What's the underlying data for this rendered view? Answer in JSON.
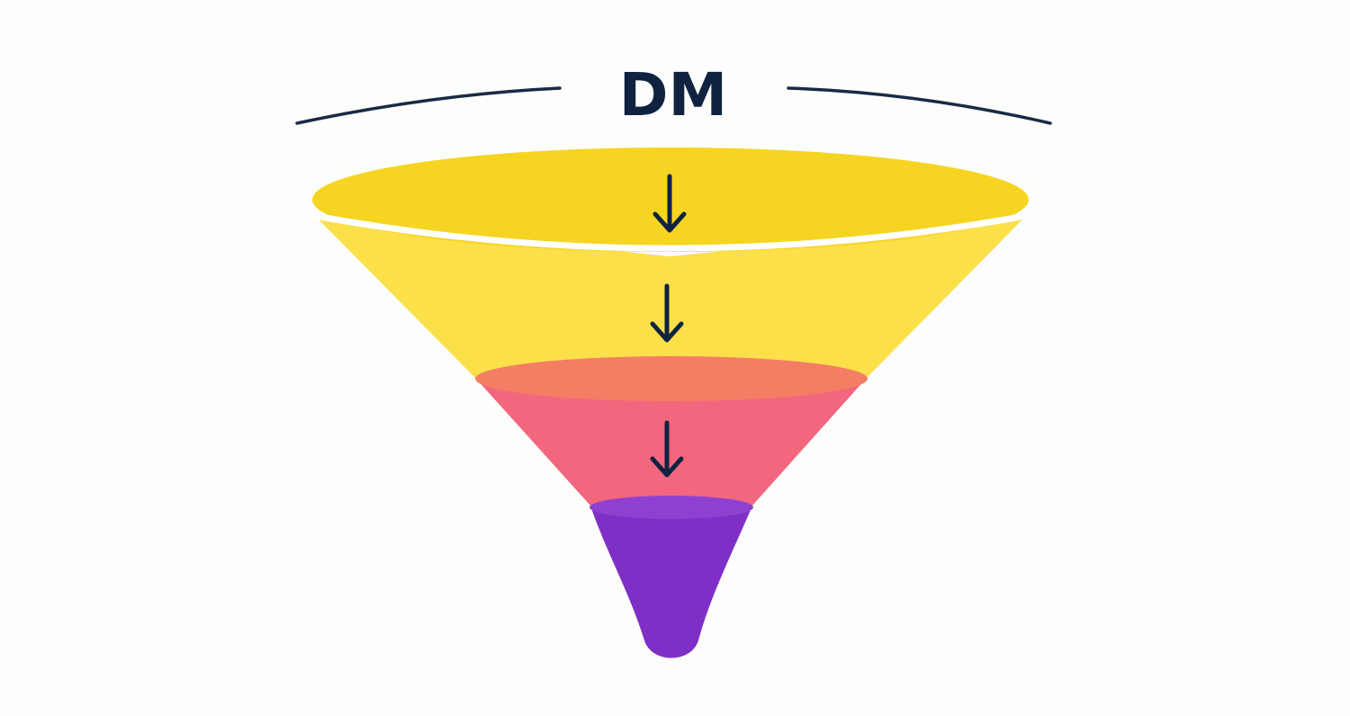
{
  "title": {
    "text": "DM"
  },
  "colors": {
    "background": "#fdfdfb",
    "title": "#0f2340",
    "bracket_line": "#1a2a44",
    "arrow": "#0f2340",
    "top_rim": "#f6d522",
    "top_body": "#fbe04a",
    "middle_body": "#f2677e",
    "middle_rim": "#f47e64",
    "bottom_body": "#7f2fc6",
    "bottom_rim": "#9040d0",
    "rim_highlight": "#ffffff"
  },
  "funnel": {
    "stages": [
      {
        "name": "top-stage",
        "color_key": "top_body"
      },
      {
        "name": "middle-stage",
        "color_key": "middle_body"
      },
      {
        "name": "bottom-stage",
        "color_key": "bottom_body"
      }
    ],
    "arrow_count": 3,
    "arrow_icon": "down-arrow-icon"
  }
}
